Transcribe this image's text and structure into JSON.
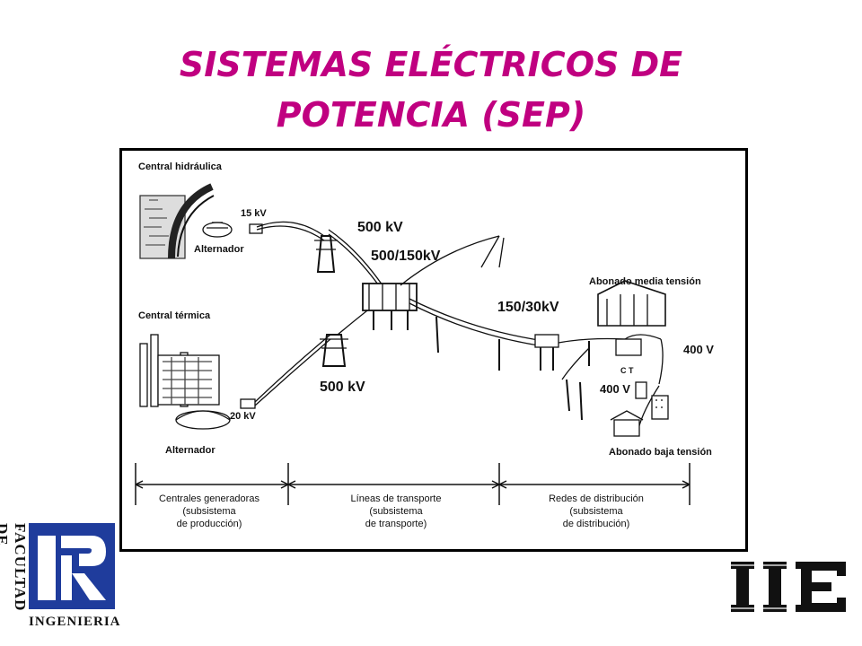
{
  "title": {
    "line1": "SISTEMAS ELÉCTRICOS DE",
    "line2": "POTENCIA (SEP)"
  },
  "diagram": {
    "labels": {
      "central_hidraulica": "Central hidráulica",
      "kv15": "15 kV",
      "alternador_top": "Alternador",
      "central_termica": "Central térmica",
      "kv20": "20 kV",
      "alternador_bottom": "Alternador",
      "abonado_media": "Abonado media tensión",
      "ct": "C T",
      "abonado_baja": "Abonado baja tensión"
    },
    "overlays": {
      "v500_top": "500 kV",
      "v500_150": "500/150kV",
      "v150_30": "150/30kV",
      "v400_right": "400 V",
      "v400_mid": "400 V",
      "v500_bottom": "500 kV"
    },
    "sections": [
      {
        "text": "Centrales generadoras\n(subsistema\nde producción)"
      },
      {
        "text": "Líneas de transporte\n(subsistema\nde transporte)"
      },
      {
        "text": "Redes de distribución\n(subsistema\nde distribución)"
      }
    ]
  },
  "logos": {
    "faculty_vertical": "FACULTAD DE",
    "faculty_horizontal": "INGENIERIA",
    "iie": "IIE"
  },
  "colors": {
    "title": "#c00080",
    "logo_blue": "#1f3c9c",
    "ink": "#111111"
  }
}
